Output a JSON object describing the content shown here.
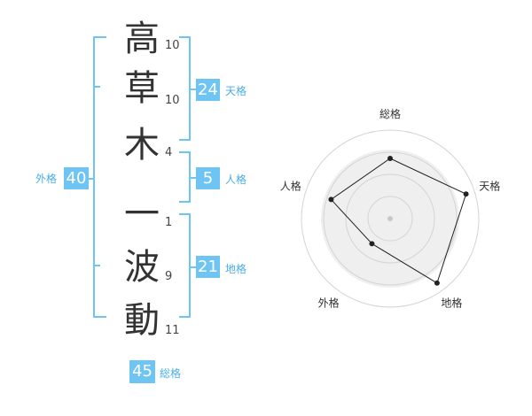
{
  "name_chars": [
    {
      "char": "高",
      "strokes": "10"
    },
    {
      "char": "草",
      "strokes": "10"
    },
    {
      "char": "木",
      "strokes": "4"
    },
    {
      "char": "一",
      "strokes": "1"
    },
    {
      "char": "波",
      "strokes": "9"
    },
    {
      "char": "動",
      "strokes": "11"
    }
  ],
  "fortunes": {
    "tenkaku": {
      "value": "24",
      "label": "天格"
    },
    "jinkaku": {
      "value": "5",
      "label": "人格"
    },
    "chikaku": {
      "value": "21",
      "label": "地格"
    },
    "gaikaku": {
      "value": "40",
      "label": "外格"
    },
    "soukaku": {
      "value": "45",
      "label": "総格"
    }
  },
  "colors": {
    "accent": "#6ec4f2",
    "text": "#333333"
  },
  "chart_data": {
    "type": "radar",
    "axes": [
      "総格",
      "天格",
      "地格",
      "外格",
      "人格"
    ],
    "values": [
      0.68,
      0.9,
      0.9,
      0.35,
      0.7
    ],
    "range": [
      0,
      1
    ],
    "rings": 4
  }
}
